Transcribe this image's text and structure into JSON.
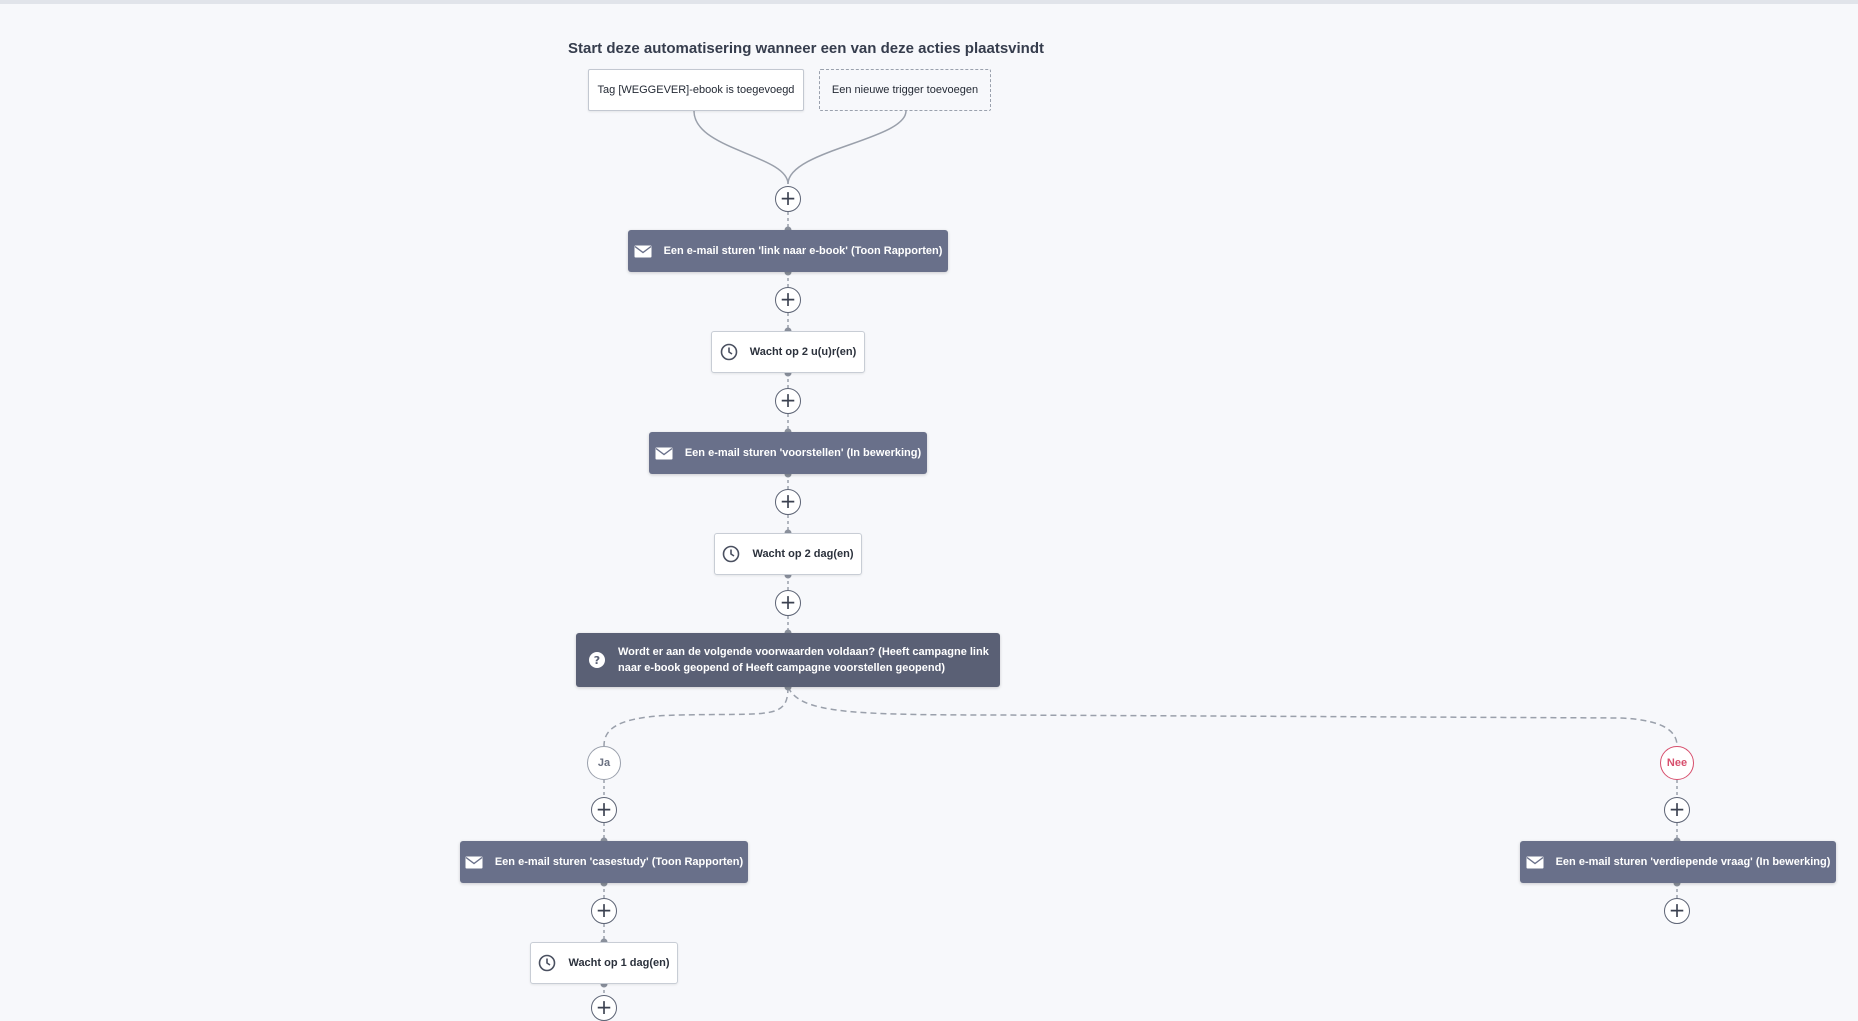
{
  "workflow": {
    "title": "Start deze automatisering wanneer een van deze acties plaatsvindt",
    "triggers": [
      "Tag [WEGGEVER]-ebook is toegevoegd",
      "Een nieuwe trigger toevoegen"
    ],
    "add_symbol": "+",
    "steps": [
      "Een e-mail sturen 'link naar e-book' (Toon Rapporten)",
      "Wacht op 2 u(u)r(en)",
      "Een e-mail sturen 'voorstellen' (In bewerking)",
      "Wacht op 2 dag(en)"
    ],
    "condition": "Wordt er aan de volgende voorwaarden voldaan? (Heeft campagne link naar e-book geopend of Heeft campagne voorstellen geopend)",
    "branch_yes": {
      "label": "Ja",
      "steps": [
        "Een e-mail sturen 'casestudy' (Toon Rapporten)",
        "Wacht op 1 dag(en)"
      ]
    },
    "branch_no": {
      "label": "Nee",
      "steps": [
        "Een e-mail sturen 'verdiepende vraag' (In bewerking)"
      ]
    }
  },
  "colors": {
    "email_node": "#69708a",
    "condition_node": "#5a6075",
    "no_branch": "#d74f6d",
    "background": "#f7f8fb"
  },
  "icons": {
    "email": "envelope-icon",
    "wait": "clock-icon",
    "condition": "question-icon",
    "add": "plus-icon"
  }
}
